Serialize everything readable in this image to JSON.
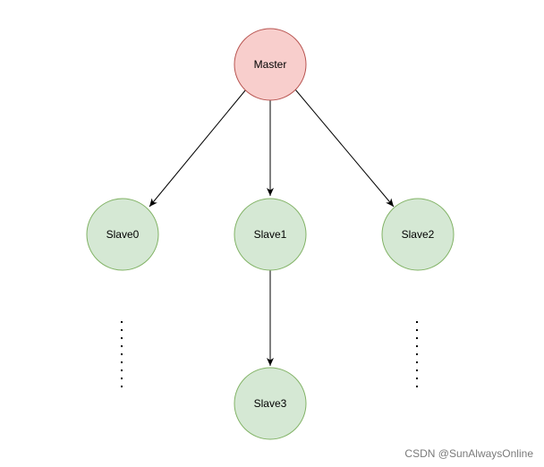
{
  "nodes": {
    "master": {
      "label": "Master",
      "fill": "#f8cecc",
      "stroke": "#b85450"
    },
    "slave0": {
      "label": "Slave0",
      "fill": "#d5e8d4",
      "stroke": "#82b366"
    },
    "slave1": {
      "label": "Slave1",
      "fill": "#d5e8d4",
      "stroke": "#82b366"
    },
    "slave2": {
      "label": "Slave2",
      "fill": "#d5e8d4",
      "stroke": "#82b366"
    },
    "slave3": {
      "label": "Slave3",
      "fill": "#d5e8d4",
      "stroke": "#82b366"
    }
  },
  "edges": [
    {
      "from": "master",
      "to": "slave0"
    },
    {
      "from": "master",
      "to": "slave1"
    },
    {
      "from": "master",
      "to": "slave2"
    },
    {
      "from": "slave1",
      "to": "slave3"
    }
  ],
  "watermark": "CSDN @SunAlwaysOnline"
}
